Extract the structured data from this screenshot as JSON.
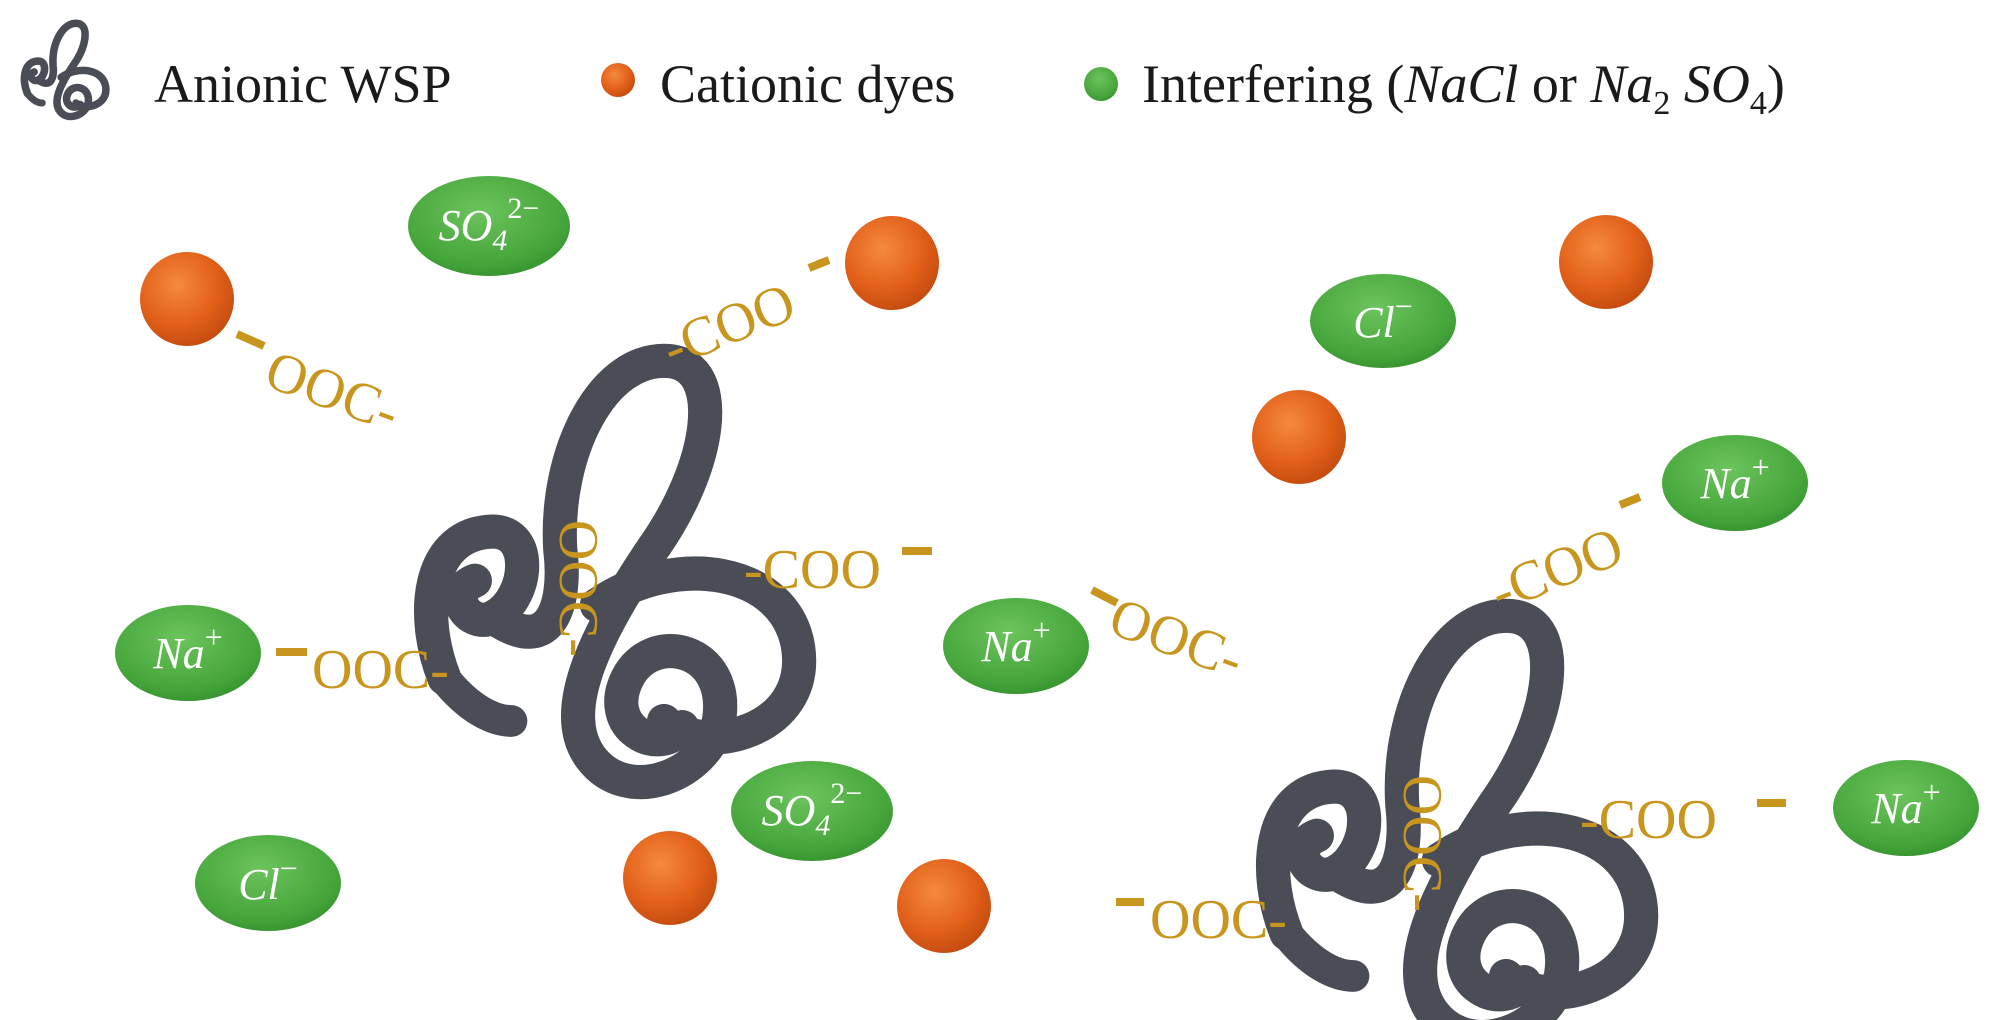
{
  "legend": {
    "wsp_label": "Anionic WSP",
    "dye_label": "Cationic dyes",
    "interfering_prefix": "Interfering (",
    "nacl": "NaCl",
    "or_text": " or ",
    "na2": "Na",
    "sub2": "2",
    "so4": " SO",
    "sub4": "4",
    "interfering_suffix": ")"
  },
  "ions": {
    "so4_base": "SO",
    "so4_sub": "4",
    "so4_sup": "2−",
    "cl": "Cl",
    "cl_sup": "−",
    "na": "Na",
    "na_sup": "+"
  },
  "groups": {
    "ooc": "OOC-",
    "coo": "-COO"
  },
  "colors": {
    "polymer": "#4a4d55",
    "dye": "#e2601a",
    "ion": "#4aab3e",
    "group": "#c8961e"
  }
}
